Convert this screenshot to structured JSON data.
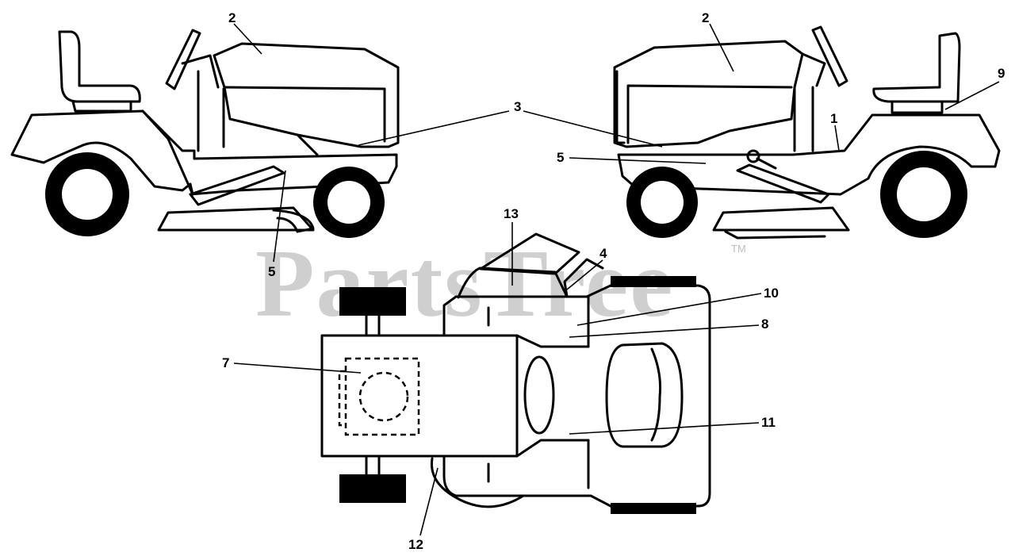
{
  "watermark": {
    "text": "PartsTree",
    "trademark": "TM"
  },
  "callouts": {
    "left_view": {
      "hood": "2",
      "side_panel": "3",
      "pedal": "5"
    },
    "right_view": {
      "hood": "2",
      "side_panel": "3",
      "pedal": "5",
      "frame": "1",
      "seat": "9"
    },
    "top_view": {
      "seat": "13",
      "seat_side": "4",
      "fender": "10",
      "dash": "8",
      "engine_cover": "7",
      "steering": "11",
      "side": "12"
    }
  }
}
